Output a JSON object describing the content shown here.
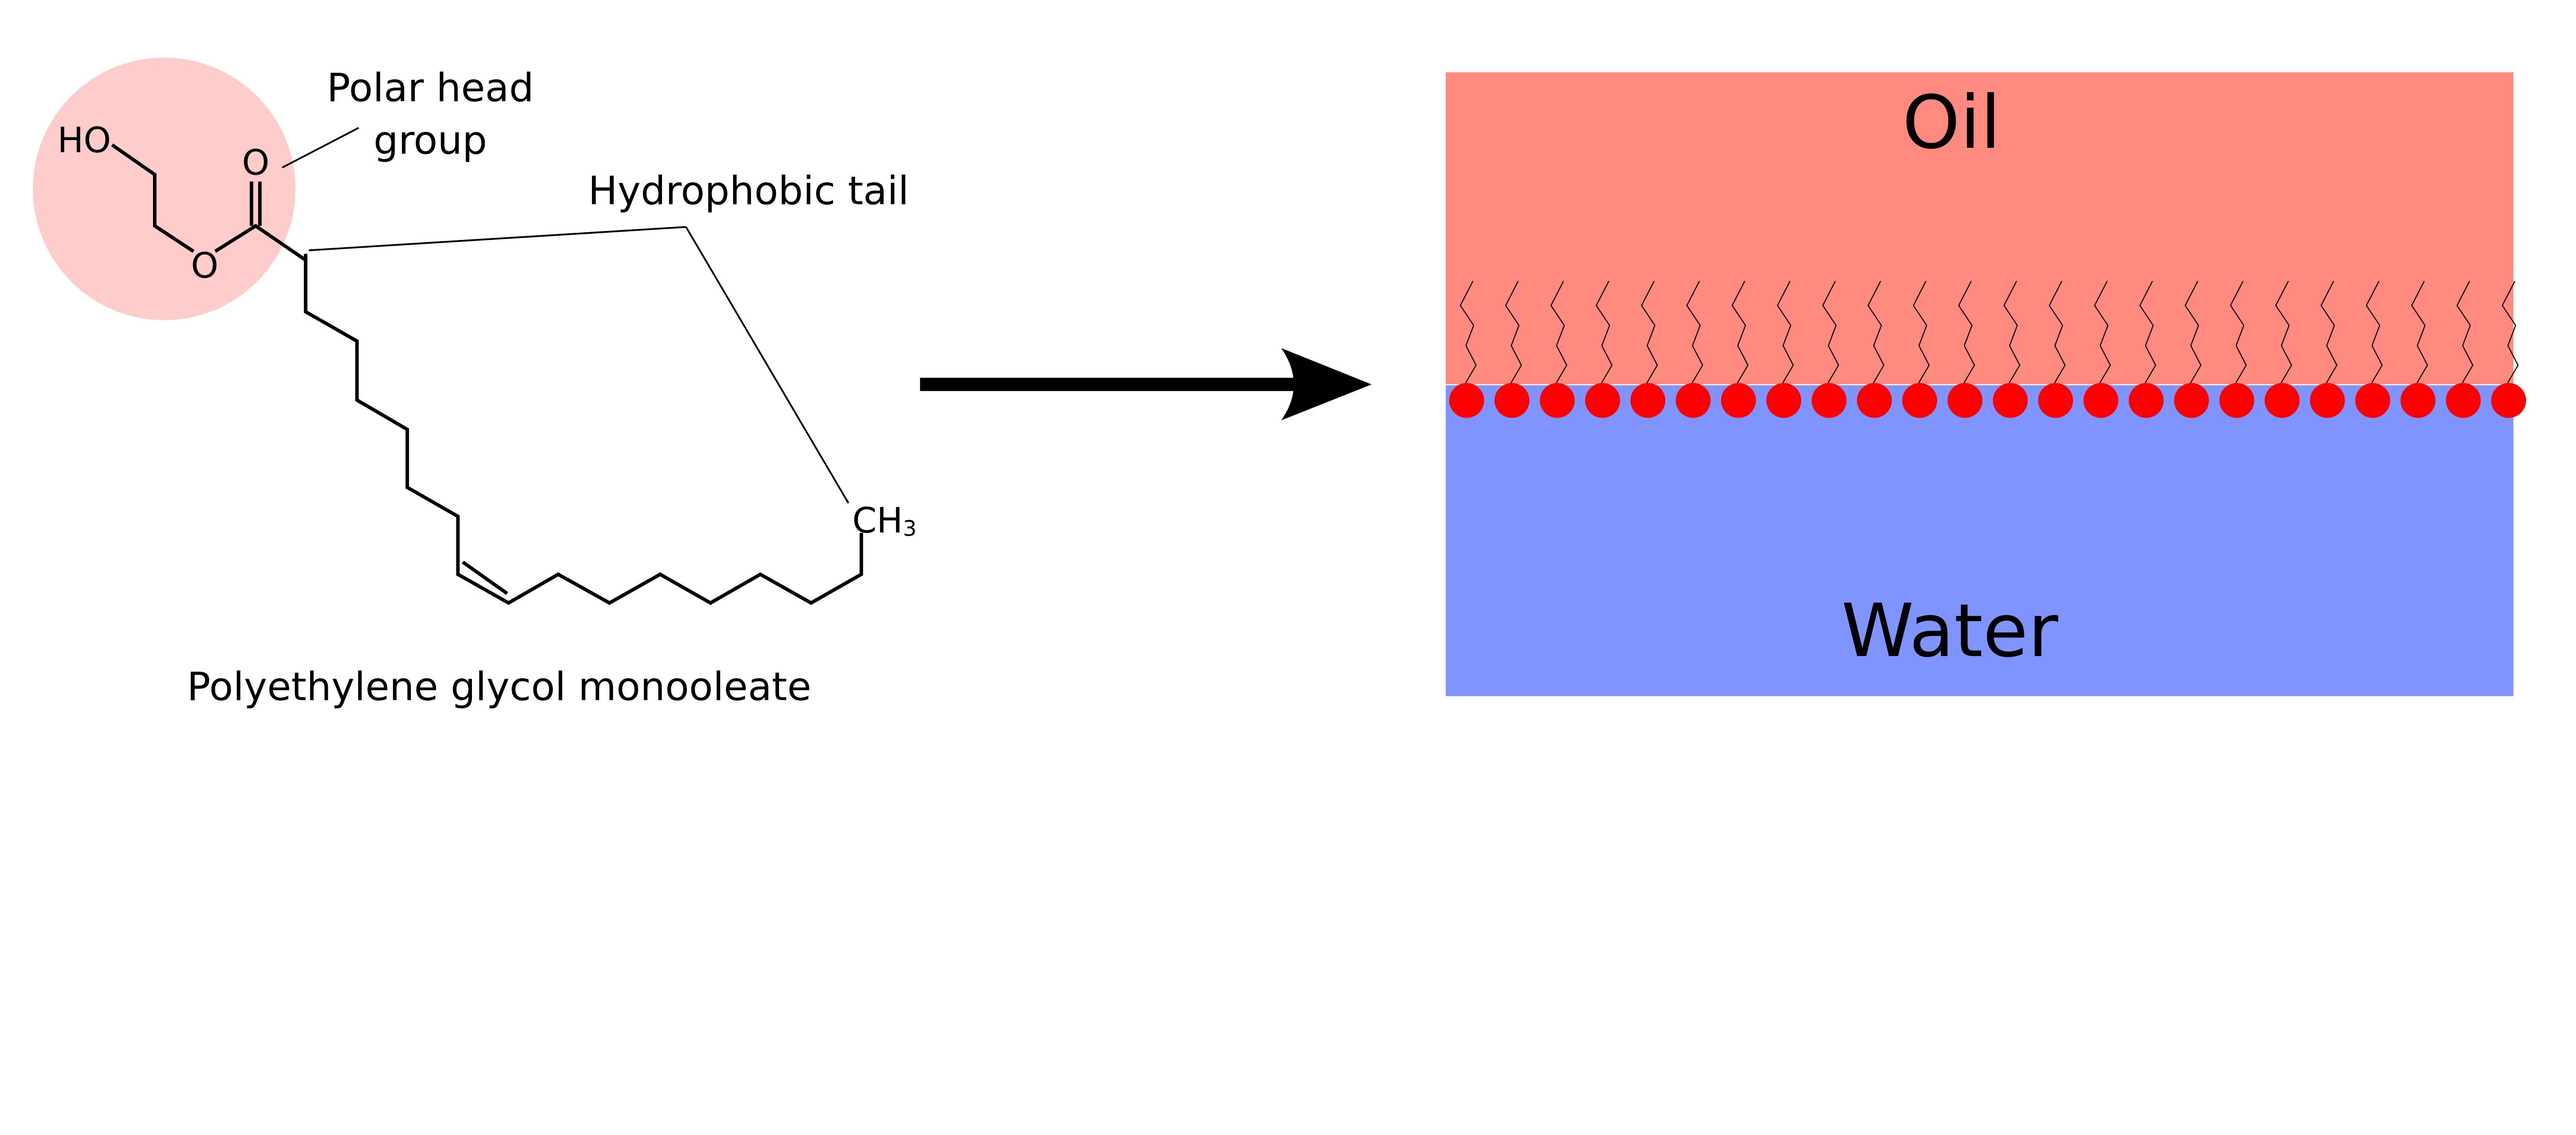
{
  "molecule": {
    "name": "Polyethylene glycol monooleate",
    "atoms": {
      "hydroxyl": "HO",
      "ester_oxygen": "O",
      "carbonyl_oxygen": "O",
      "methyl": "CH",
      "methyl_subscript": "3"
    },
    "labels": {
      "polar_head_line1": "Polar head",
      "polar_head_line2": "group",
      "hydrophobic_tail": "Hydrophobic tail"
    }
  },
  "interface": {
    "oil_label": "Oil",
    "water_label": "Water",
    "surfactant_count": 24
  },
  "colors": {
    "head_highlight": "#ffcccc",
    "oil": "#ff8a80",
    "water": "#8094ff",
    "surfactant_head": "#ff0000"
  }
}
